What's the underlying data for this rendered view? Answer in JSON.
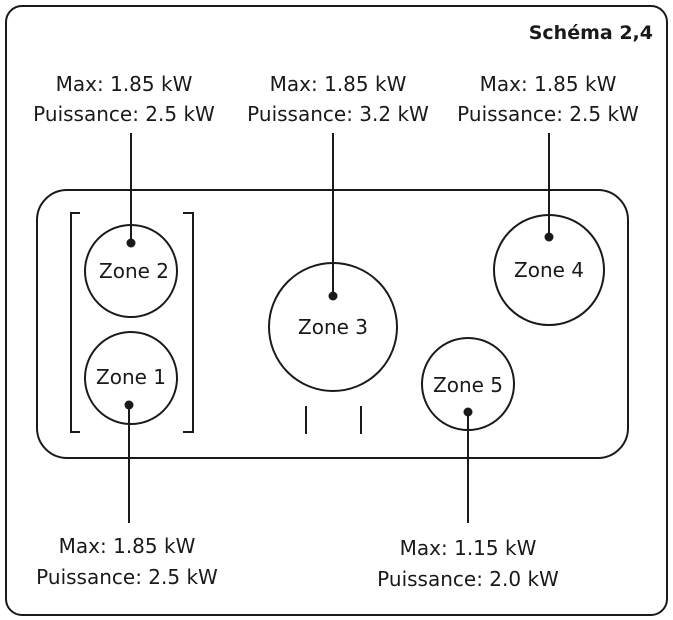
{
  "figure": {
    "title": "Schéma 2,4"
  },
  "zones": [
    {
      "id": "zone-1",
      "name": "Zone 1",
      "max": "Max: 1.85 kW",
      "puissance": "Puissance: 2.5 kW"
    },
    {
      "id": "zone-2",
      "name": "Zone 2",
      "max": "Max: 1.85 kW",
      "puissance": "Puissance: 2.5 kW"
    },
    {
      "id": "zone-3",
      "name": "Zone 3",
      "max": "Max: 1.85 kW",
      "puissance": "Puissance: 3.2 kW"
    },
    {
      "id": "zone-4",
      "name": "Zone 4",
      "max": "Max: 1.85 kW",
      "puissance": "Puissance: 2.5 kW"
    },
    {
      "id": "zone-5",
      "name": "Zone 5",
      "max": "Max: 1.15 kW",
      "puissance": "Puissance: 2.0 kW"
    }
  ]
}
